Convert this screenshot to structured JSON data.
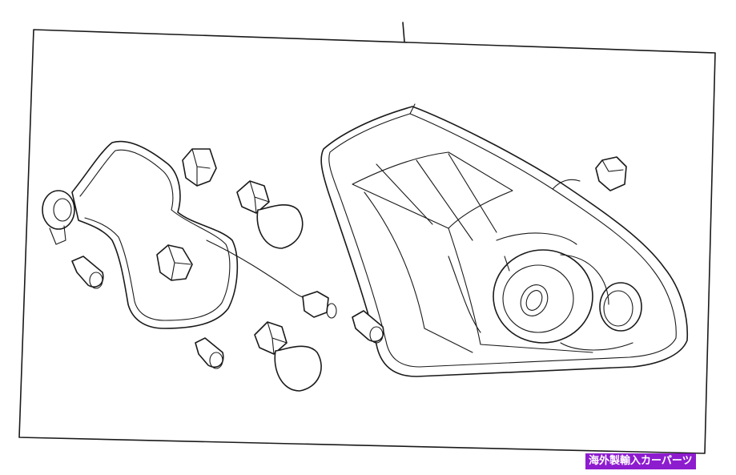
{
  "badge": {
    "text": "海外製輸入カーパーツ",
    "color": "#8e1ccf"
  },
  "icons": [
    "tail-lamp-assembly",
    "wiring-harness",
    "bulb",
    "bulb-socket",
    "nut"
  ]
}
